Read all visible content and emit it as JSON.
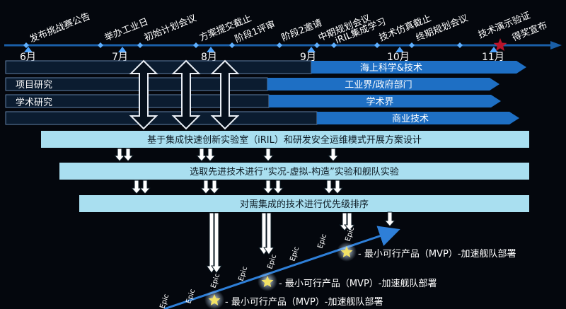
{
  "timeline": {
    "months": [
      "6月",
      "7月",
      "8月",
      "9月",
      "10月",
      "11月"
    ],
    "milestones": [
      "发布挑战赛公告",
      "举办工业日",
      "初始计划会议",
      "方案提交截止",
      "阶段1评审",
      "阶段2邀请",
      "中期规划会议",
      "iRIL集成学习",
      "技术仿真截止",
      "终期规划会议",
      "技术演示验证",
      "得奖宣布"
    ]
  },
  "tracks": {
    "row_labels": [
      "项目研究",
      "学术研究"
    ],
    "bars": [
      "海上科学&技术",
      "工业界/政府部门",
      "学术界",
      "商业技术"
    ]
  },
  "process": [
    "基于集成快速创新实验室（iRIL）和研发安全运维模式开展方案设计",
    "选取先进技术进行“实况-虚拟-构造”实验和舰队实验",
    "对需集成的技术进行优先级排序"
  ],
  "epic_label": "Epic",
  "mvp": [
    "最小可行产品（MVP）-加速舰队部署",
    "最小可行产品（MVP）-加速舰队部署",
    "最小可行产品（MVP）-加速舰队部署"
  ],
  "colors": {
    "bar_blue": "#1e6fc4",
    "bar_cyan": "#a9dff0",
    "timeline_line": "#1a5fa8",
    "star_gold": "#f2e266"
  }
}
